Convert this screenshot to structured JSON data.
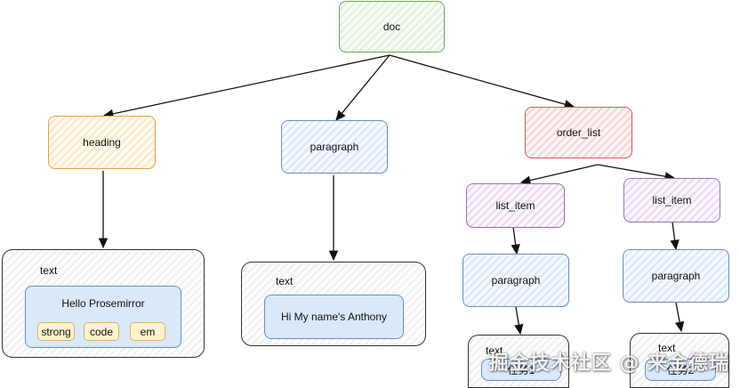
{
  "nodes": {
    "doc": "doc",
    "heading": "heading",
    "paragraph": "paragraph",
    "order_list": "order_list",
    "list_item_1": "list_item",
    "list_item_2": "list_item",
    "paragraph_1": "paragraph",
    "paragraph_2": "paragraph"
  },
  "heading_text": {
    "title": "text",
    "content": "Hello Prosemirror",
    "marks": [
      "strong",
      "code",
      "em"
    ]
  },
  "paragraph_text": {
    "title": "text",
    "content": "Hi My name's Anthony"
  },
  "list_text_1": {
    "title": "text",
    "content": "任务1"
  },
  "list_text_2": {
    "title": "text",
    "content": "任务2"
  },
  "watermark": "掘金技术社区 @ 来金德瑞",
  "colors": {
    "doc": "#6aa84f",
    "heading": "#e6a23c",
    "paragraph": "#6c8ebf",
    "order_list": "#d45b5b",
    "list_item": "#9c6fb5",
    "text_content": "#dae8fc",
    "mark": "#fff2cc"
  }
}
